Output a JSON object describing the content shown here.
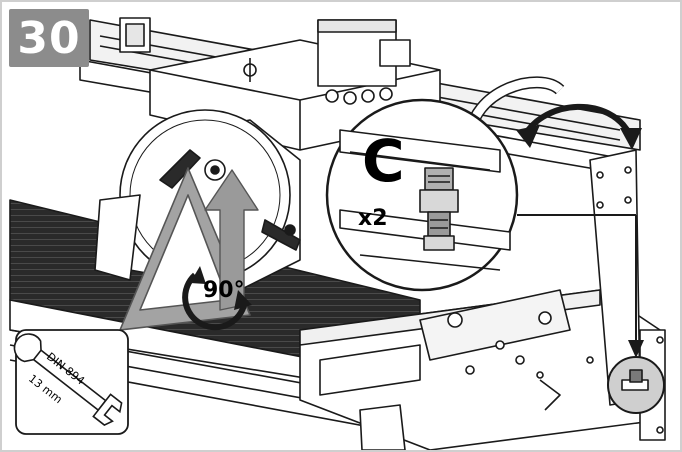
{
  "step": {
    "number": "30"
  },
  "callout": {
    "letter": "C",
    "quantity": "x2"
  },
  "rotation": {
    "angle_label": "90°"
  },
  "tool": {
    "standard": "DIN 894",
    "size": "13 mm"
  },
  "colors": {
    "badge": "#8c8c8c",
    "arrow_gray": "#9a9a9a",
    "line": "#1a1a1a"
  },
  "icons": [
    "wrench-icon",
    "curved-arrow-icon",
    "rotation-arrow-icon",
    "down-arrow-icon"
  ]
}
